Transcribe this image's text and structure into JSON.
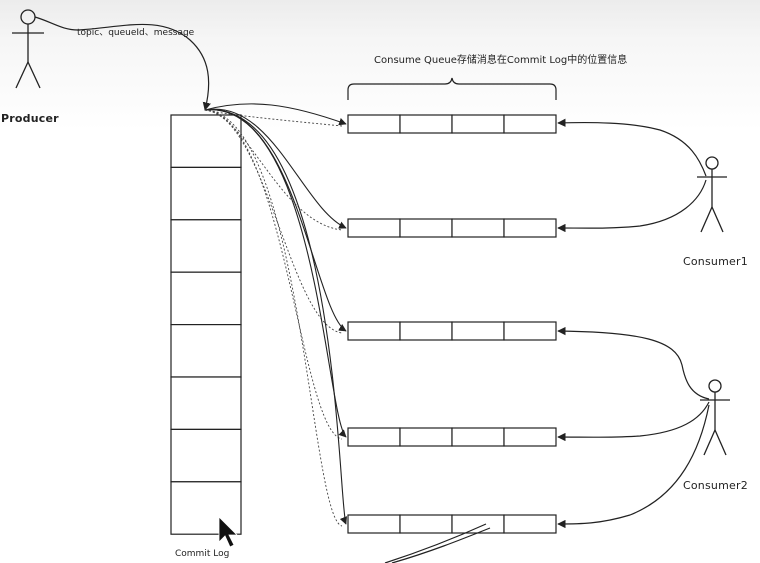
{
  "producer": {
    "label": "Producer",
    "message_fields": "topic、queueId、message"
  },
  "commit_log": {
    "label": "Commit Log",
    "cell_count": 8
  },
  "consume_queue": {
    "title": "Consume Queue存储消息在Commit Log中的位置信息",
    "queue_count": 5,
    "cells_per_queue": 4
  },
  "consumers": [
    {
      "label": "Consumer1"
    },
    {
      "label": "Consumer2"
    }
  ]
}
